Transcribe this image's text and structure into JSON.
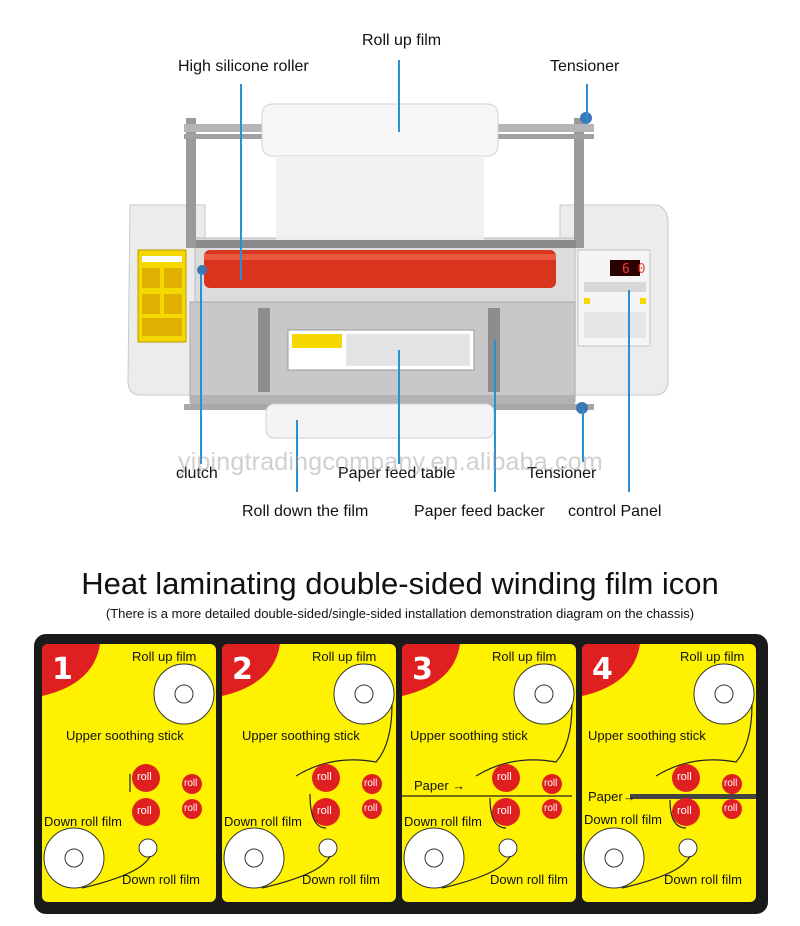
{
  "labels": {
    "roll_up_film": "Roll up film",
    "high_silicone_roller": "High silicone roller",
    "tensioner_top": "Tensioner",
    "clutch": "clutch",
    "paper_feed_table": "Paper feed table",
    "tensioner_bottom": "Tensioner",
    "roll_down_film": "Roll down the film",
    "paper_feed_backer": "Paper feed backer",
    "control_panel": "control Panel"
  },
  "display_value": "6 0",
  "watermark": "yipingtradingcompany.en.alibaba.com",
  "headline": "Heat laminating double-sided winding film icon",
  "subline": "(There is a more detailed double-sided/single-sided installation demonstration diagram on the chassis)",
  "panels": [
    {
      "number": "1",
      "roll_up": "Roll up film",
      "stick": "Upper soothing stick",
      "roll": "roll",
      "down_roll_left": "Down roll film",
      "down_roll_bottom": "Down roll film",
      "paper": ""
    },
    {
      "number": "2",
      "roll_up": "Roll up film",
      "stick": "Upper soothing stick",
      "roll": "roll",
      "down_roll_left": "Down roll film",
      "down_roll_bottom": "Down roll film",
      "paper": ""
    },
    {
      "number": "3",
      "roll_up": "Roll up film",
      "stick": "Upper soothing stick",
      "roll": "roll",
      "down_roll_left": "Down roll film",
      "down_roll_bottom": "Down roll film",
      "paper": "Paper →"
    },
    {
      "number": "4",
      "roll_up": "Roll up film",
      "stick": "Upper soothing stick",
      "roll": "roll",
      "down_roll_left": "Down roll film",
      "down_roll_bottom": "Down roll film",
      "paper": "Paper→"
    }
  ],
  "colors": {
    "panel_bg": "#fff200",
    "roller_red": "#e02020",
    "lead_line": "#2b8fd6",
    "number_badge": "#e02020"
  }
}
